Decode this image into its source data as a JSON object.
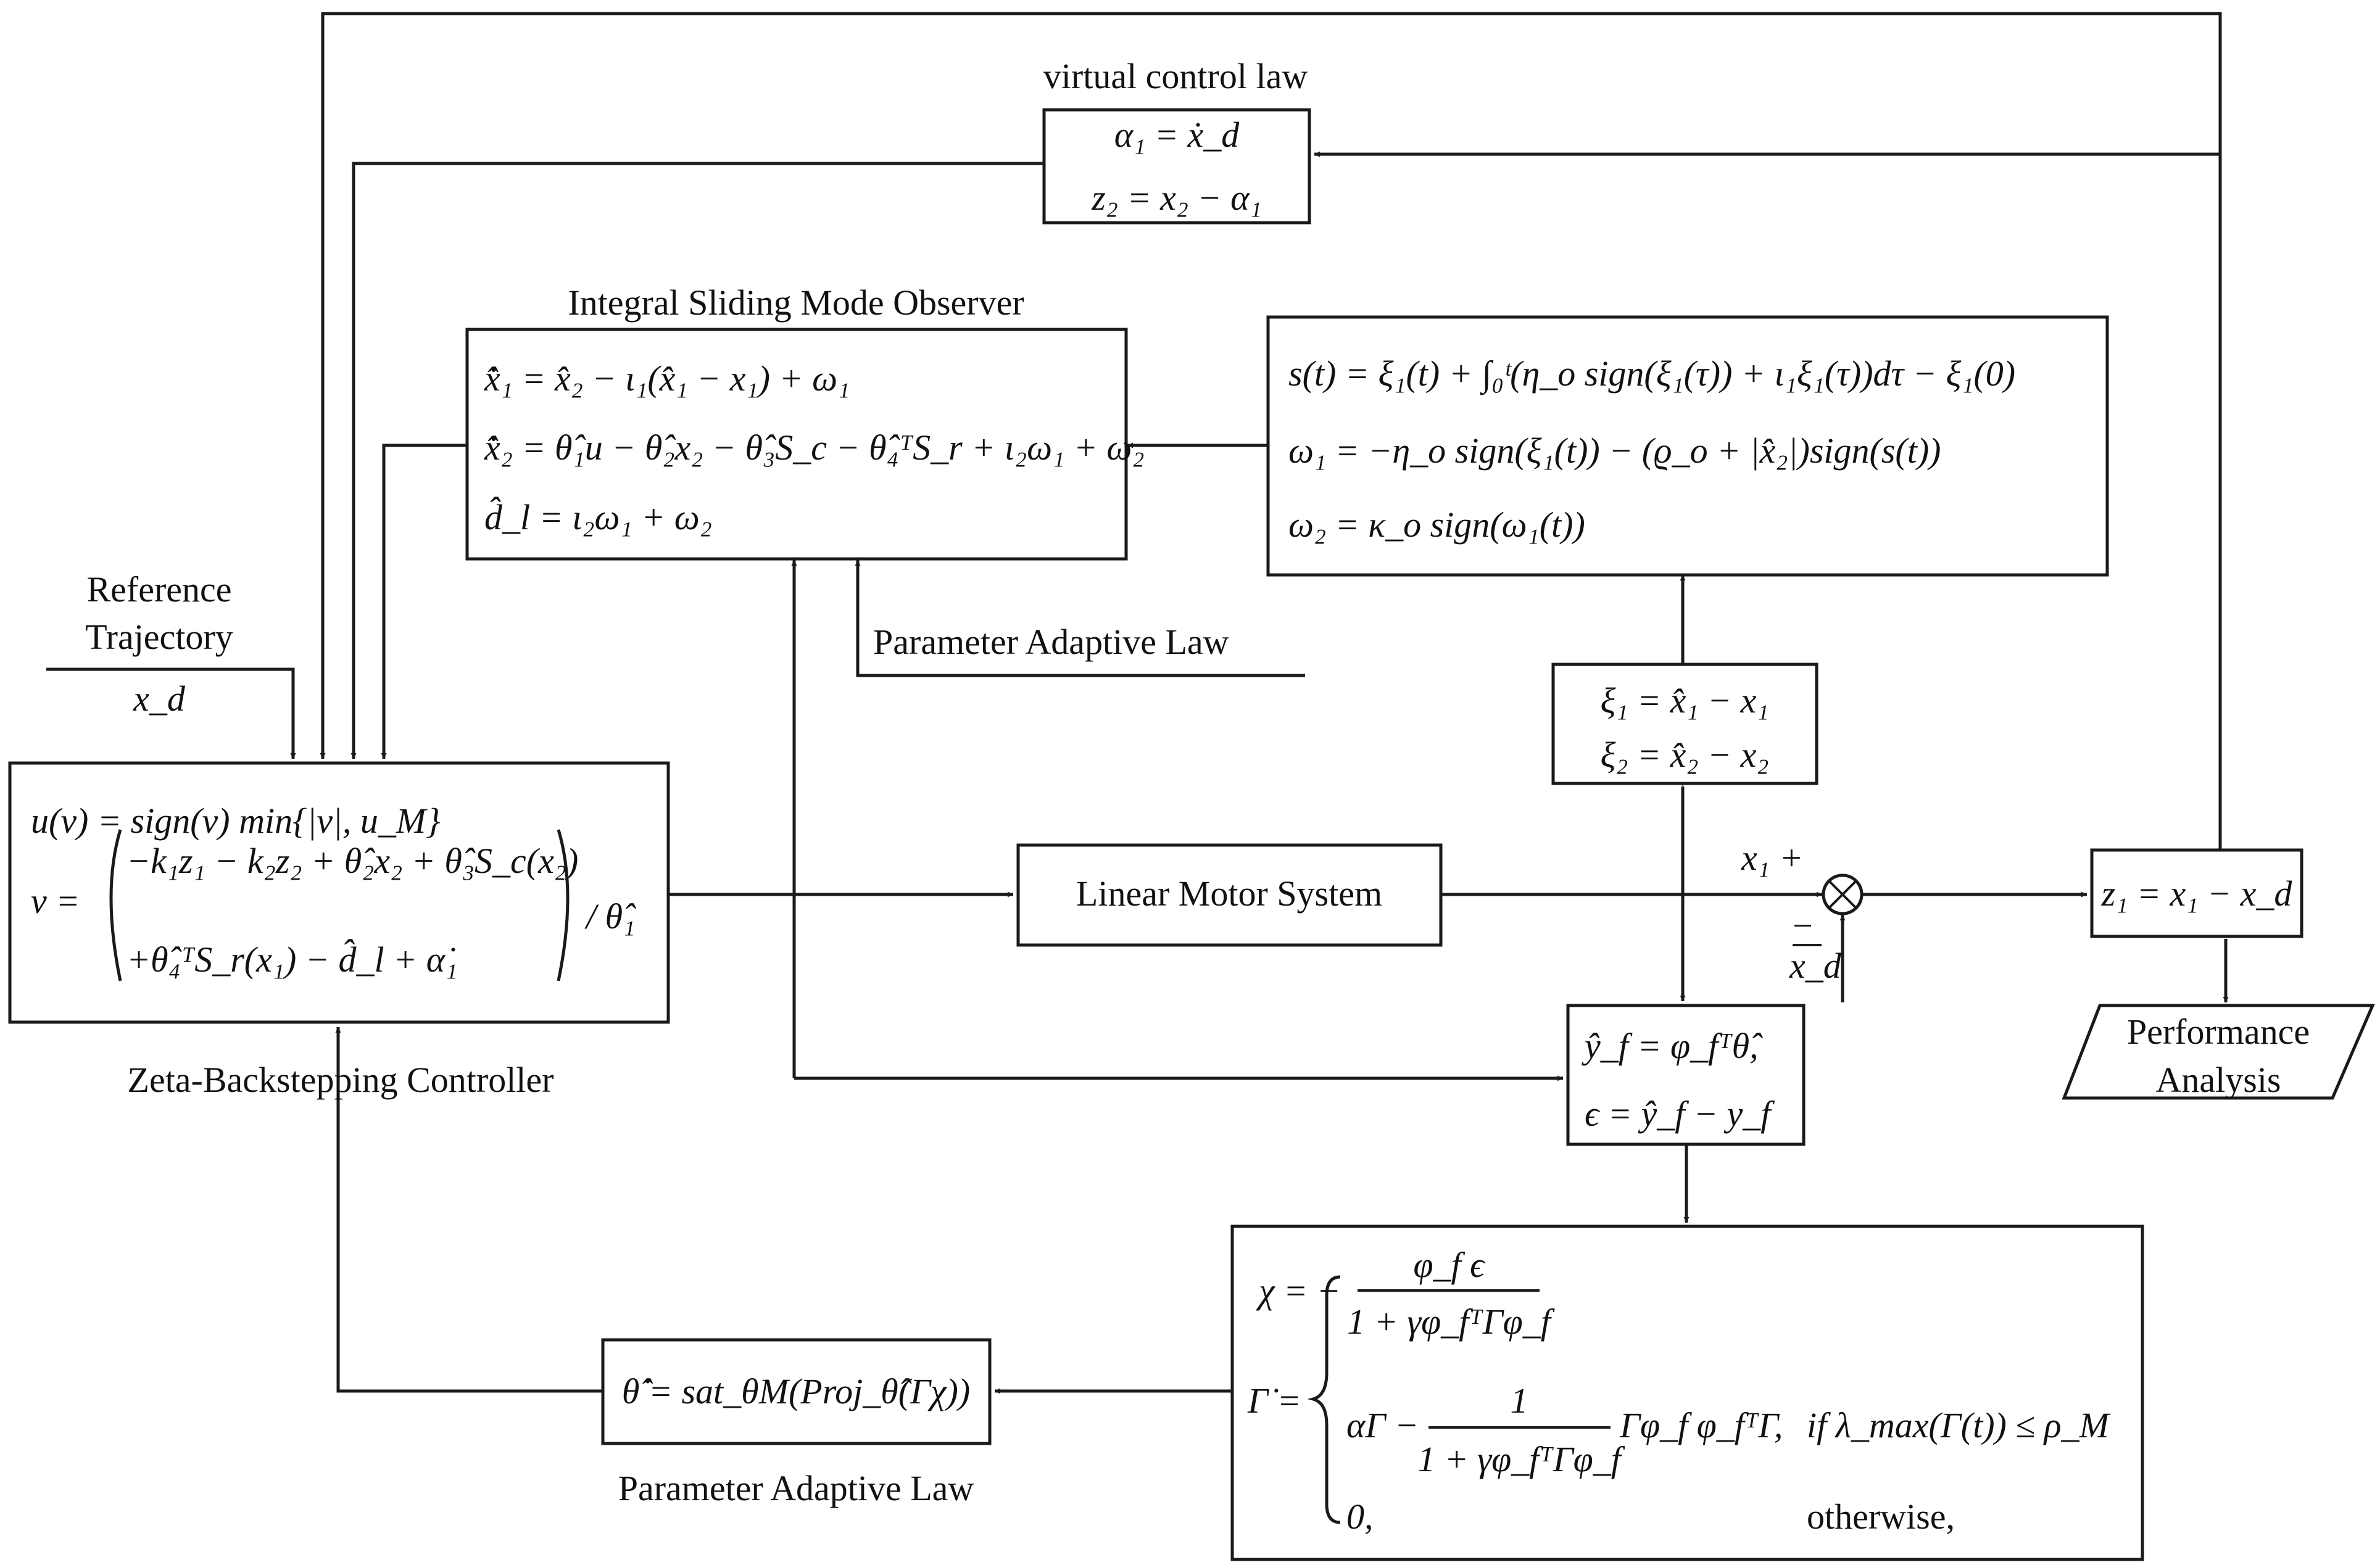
{
  "labels": {
    "virtual_control_law": "virtual control law",
    "observer_title": "Integral Sliding Mode Observer",
    "reference_line1": "Reference",
    "reference_line2": "Trajectory",
    "reference_signal": "x_d",
    "parameter_adaptive_law_top": "Parameter Adaptive Law",
    "linear_motor": "Linear Motor System",
    "controller_title": "Zeta-Backstepping Controller",
    "parameter_adaptive_law_bottom": "Parameter Adaptive Law",
    "performance_line1": "Performance",
    "performance_line2": "Analysis"
  },
  "equations": {
    "virtual": [
      "α₁ = ẋ_d",
      "z₂ = x₂ − α₁"
    ],
    "observer": [
      "x̂̇₁ = x̂₂ − ι₁(x̂₁ − x₁) + ω₁",
      "x̂̇₂ = θ̂₁u − θ̂₂x₂ − θ̂₃S_c − θ̂₄ᵀS_r + ι₂ω₁ + ω₂",
      "d̂_l = ι₂ω₁ + ω₂"
    ],
    "sliding": [
      "s(t) = ξ₁(t) + ∫₀ᵗ(η_o sign(ξ₁(τ)) + ι₁ξ₁(τ))dτ − ξ₁(0)",
      "ω₁ = −η_o sign(ξ₁(t)) − (ϱ_o + |x̂₂|)sign(s(t))",
      "ω₂ = κ_o sign(ω₁(t))"
    ],
    "errors": [
      "ξ₁ = x̂₁ − x₁",
      "ξ₂ = x̂₂ − x₂"
    ],
    "controller": [
      "u(ν) = sign(ν) min{|ν|, u_M}",
      "ν =",
      "−k₁z₁ − k₂z₂ + θ̂₂x₂ + θ̂₃S_c(x₂)",
      "+θ̂₄ᵀS_r(x₁) − d̂_l + α̇₁",
      "/ θ̂₁"
    ],
    "tracking_error": "z₁ = x₁ − x_d",
    "prediction": [
      "ŷ_f = φ_fᵀθ̂,",
      "ϵ = ŷ_f − y_f"
    ],
    "adaptive_law": "θ̂̇ = sat_θ̇M(Proj_θ̂(Γχ))",
    "gain_update": [
      "χ = −",
      "φ_f ϵ",
      "1 + γφ_fᵀΓφ_f",
      "Γ̇ =",
      "αΓ −",
      "1",
      "1 + γφ_fᵀΓφ_f",
      "Γφ_f φ_fᵀΓ,",
      "if λ_max(Γ(t)) ≤ ρ_M",
      "0,",
      "otherwise,"
    ]
  },
  "summing_junction": {
    "plus_input": "x₁",
    "plus_sign": "+",
    "minus_sign": "−",
    "minus_input": "x_d"
  }
}
